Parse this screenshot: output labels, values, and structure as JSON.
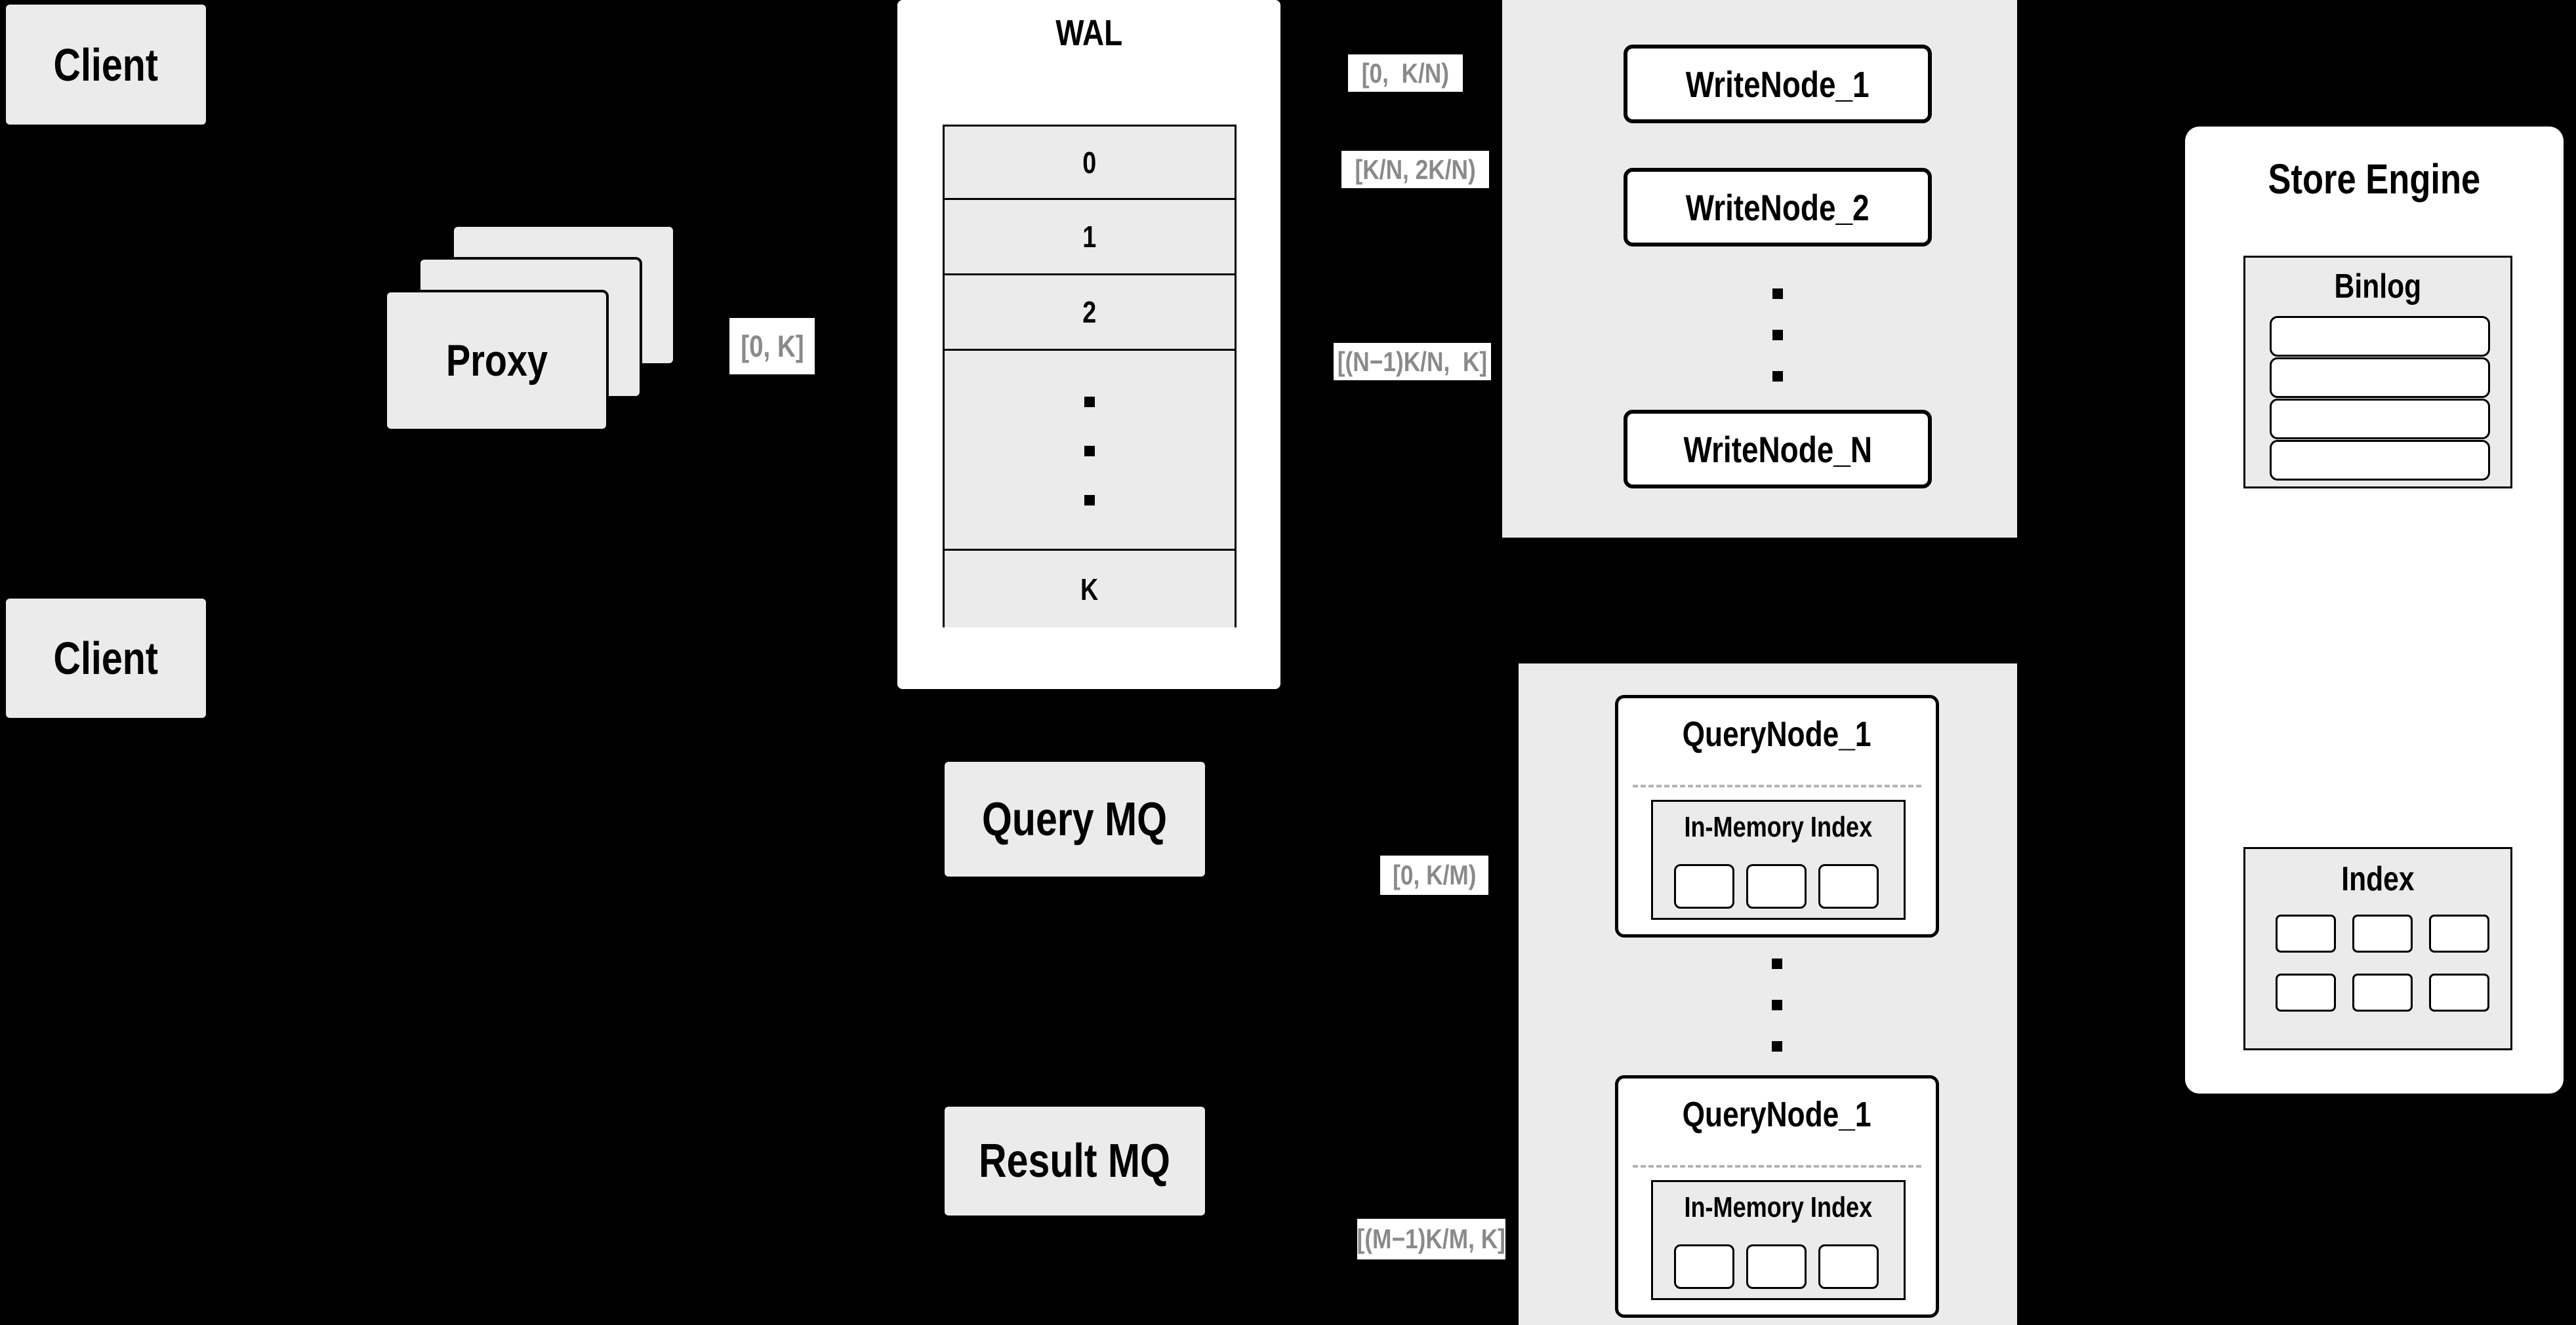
{
  "colors": {
    "background": "#000000",
    "panel_gray": "#ebebeb",
    "box_white": "#ffffff",
    "line_black": "#000000",
    "range_label_text": "#8a8a8a"
  },
  "clients": {
    "top_label": "Client",
    "bottom_label": "Client"
  },
  "proxy": {
    "label": "Proxy"
  },
  "wal": {
    "title": "WAL",
    "rows": [
      "0",
      "1",
      "2",
      "K"
    ]
  },
  "range_labels": {
    "proxy_out": "[0, K]",
    "wal_to_wn1": "[0,  K/N)",
    "wal_to_wn2": "[K/N, 2K/N)",
    "wal_to_wnN": "[(N−1)K/N,  K]",
    "querymq_to_qn1": "[0, K/M)",
    "resultmq_to_qn2": "[(M−1)K/M, K]"
  },
  "write_nodes": {
    "node1": "WriteNode_1",
    "node2": "WriteNode_2",
    "nodeN": "WriteNode_N"
  },
  "mq": {
    "query": "Query MQ",
    "result": "Result MQ"
  },
  "query_nodes": {
    "top": {
      "title": "QueryNode_1",
      "in_memory_label": "In-Memory Index"
    },
    "bottom": {
      "title": "QueryNode_1",
      "in_memory_label": "In-Memory Index"
    }
  },
  "store_engine": {
    "title": "Store Engine",
    "binlog_title": "Binlog",
    "index_title": "Index"
  }
}
